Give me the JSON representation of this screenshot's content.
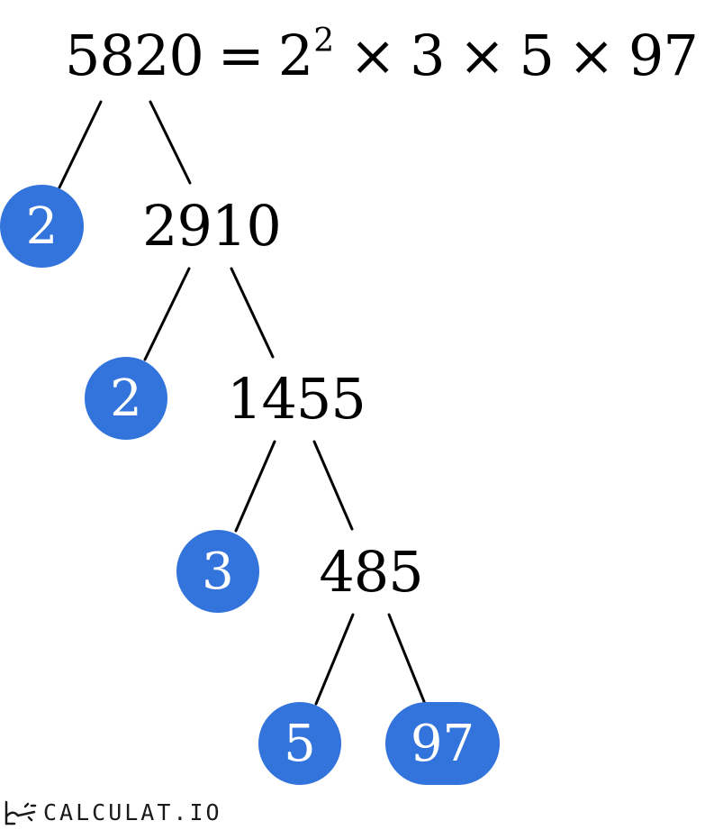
{
  "header": {
    "number": "5820",
    "equals": "=",
    "base": "2",
    "exponent": "2",
    "times": "×",
    "factor_2": "3",
    "factor_3": "5",
    "factor_4": "97"
  },
  "tree": {
    "composites": [
      "2910",
      "1455",
      "485"
    ],
    "primes": [
      "2",
      "2",
      "3",
      "5",
      "97"
    ]
  },
  "colors": {
    "prime_fill": "#3273dc",
    "prime_text": "#ffffff",
    "line": "#000000"
  },
  "brand": {
    "logo_icon": "calculator-wand-icon",
    "text": "CALCULAT.IO"
  }
}
